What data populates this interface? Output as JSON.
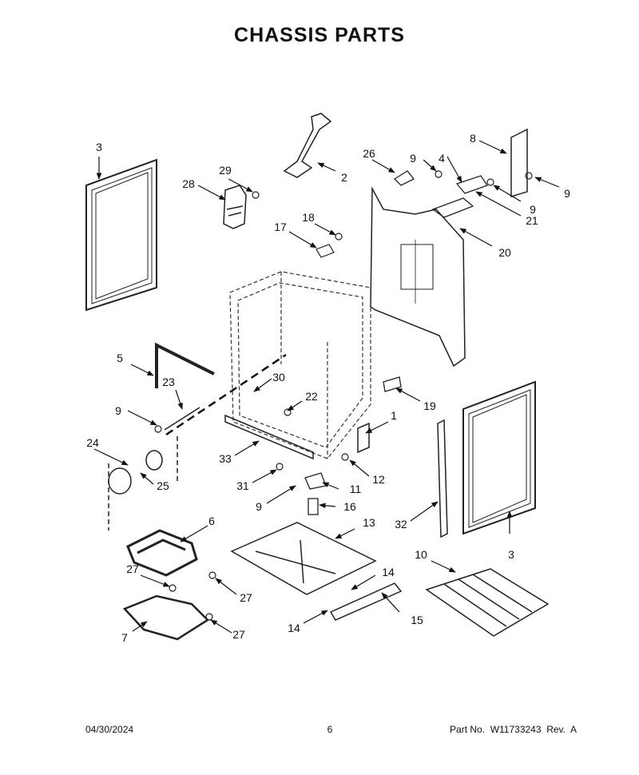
{
  "title": "CHASSIS PARTS",
  "footer": {
    "date": "04/30/2024",
    "page": "6",
    "part": "Part No.  W11733243  Rev.  A"
  },
  "callouts": [
    {
      "id": "c1",
      "text": "1"
    },
    {
      "id": "c2",
      "text": "2"
    },
    {
      "id": "c3a",
      "text": "3"
    },
    {
      "id": "c3b",
      "text": "3"
    },
    {
      "id": "c4",
      "text": "4"
    },
    {
      "id": "c5",
      "text": "5"
    },
    {
      "id": "c6",
      "text": "6"
    },
    {
      "id": "c7",
      "text": "7"
    },
    {
      "id": "c8",
      "text": "8"
    },
    {
      "id": "c9a",
      "text": "9"
    },
    {
      "id": "c9b",
      "text": "9"
    },
    {
      "id": "c9c",
      "text": "9"
    },
    {
      "id": "c9d",
      "text": "9"
    },
    {
      "id": "c9e",
      "text": "9"
    },
    {
      "id": "c10",
      "text": "10"
    },
    {
      "id": "c11",
      "text": "11"
    },
    {
      "id": "c12",
      "text": "12"
    },
    {
      "id": "c13",
      "text": "13"
    },
    {
      "id": "c14a",
      "text": "14"
    },
    {
      "id": "c14b",
      "text": "14"
    },
    {
      "id": "c15",
      "text": "15"
    },
    {
      "id": "c16",
      "text": "16"
    },
    {
      "id": "c17",
      "text": "17"
    },
    {
      "id": "c18",
      "text": "18"
    },
    {
      "id": "c19",
      "text": "19"
    },
    {
      "id": "c20",
      "text": "20"
    },
    {
      "id": "c21",
      "text": "21"
    },
    {
      "id": "c22",
      "text": "22"
    },
    {
      "id": "c23",
      "text": "23"
    },
    {
      "id": "c24",
      "text": "24"
    },
    {
      "id": "c25",
      "text": "25"
    },
    {
      "id": "c26",
      "text": "26"
    },
    {
      "id": "c27a",
      "text": "27"
    },
    {
      "id": "c27b",
      "text": "27"
    },
    {
      "id": "c27c",
      "text": "27"
    },
    {
      "id": "c28",
      "text": "28"
    },
    {
      "id": "c29",
      "text": "29"
    },
    {
      "id": "c30",
      "text": "30"
    },
    {
      "id": "c31",
      "text": "31"
    },
    {
      "id": "c32",
      "text": "32"
    },
    {
      "id": "c33",
      "text": "33"
    }
  ]
}
